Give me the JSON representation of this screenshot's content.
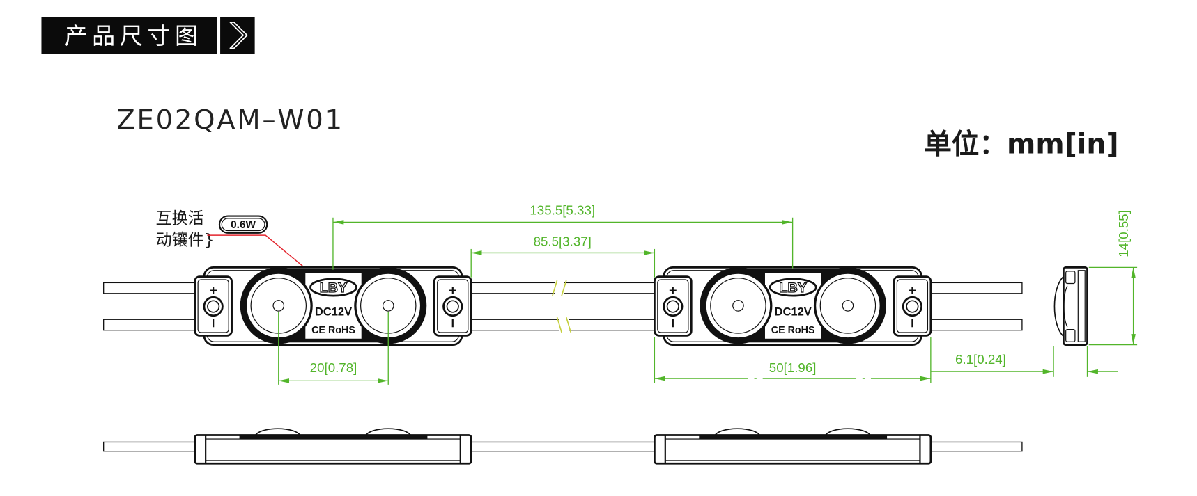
{
  "header": {
    "title": "产品尺寸图",
    "chevron_icon": "chevron-right-icon"
  },
  "model_name": "ZE02QAM–W01",
  "unit_label": "单位：mm[in]",
  "callout": {
    "line1": "互换活",
    "line2": "动镶件}",
    "badge": "0.6W"
  },
  "module_marking": {
    "brand": "LBY",
    "voltage": "DC12V",
    "certification": "CE RoHS",
    "plus": "+"
  },
  "dimensions": {
    "center_pitch": "135.5[5.33]",
    "wire_gap": "85.5[3.37]",
    "lens_pitch": "20[0.78]",
    "module_length": "50[1.96]",
    "thickness": "6.1[0.24]",
    "width": "14[0.55]"
  },
  "colors": {
    "ink": "#111111",
    "dimension": "#52b52a",
    "leader": "#e3232c",
    "header_bg": "#0b0b0b"
  }
}
